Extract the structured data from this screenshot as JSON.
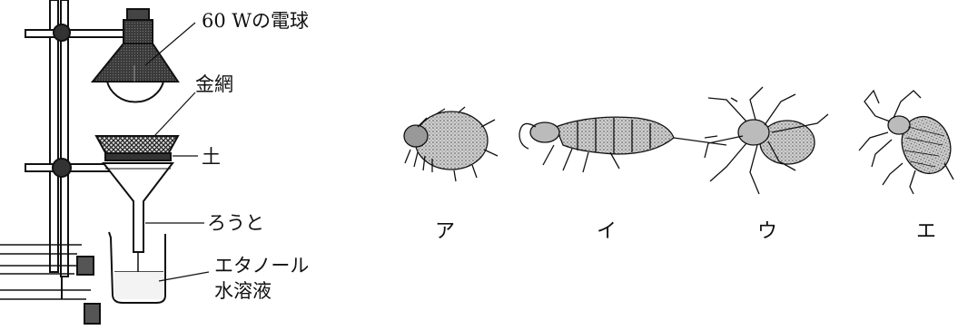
{
  "apparatus": {
    "labels": {
      "bulb": "60 Wの電球",
      "mesh": "金網",
      "soil": "土",
      "funnel": "ろうと",
      "ethanol_line1": "エタノール",
      "ethanol_line2": "水溶液"
    }
  },
  "organisms": [
    {
      "key": "A",
      "caption": "ア",
      "icon": "mite-icon"
    },
    {
      "key": "B",
      "caption": "イ",
      "icon": "springtail-icon"
    },
    {
      "key": "C",
      "caption": "ウ",
      "icon": "spider-icon"
    },
    {
      "key": "D",
      "caption": "エ",
      "icon": "pseudoscorpion-icon"
    }
  ]
}
